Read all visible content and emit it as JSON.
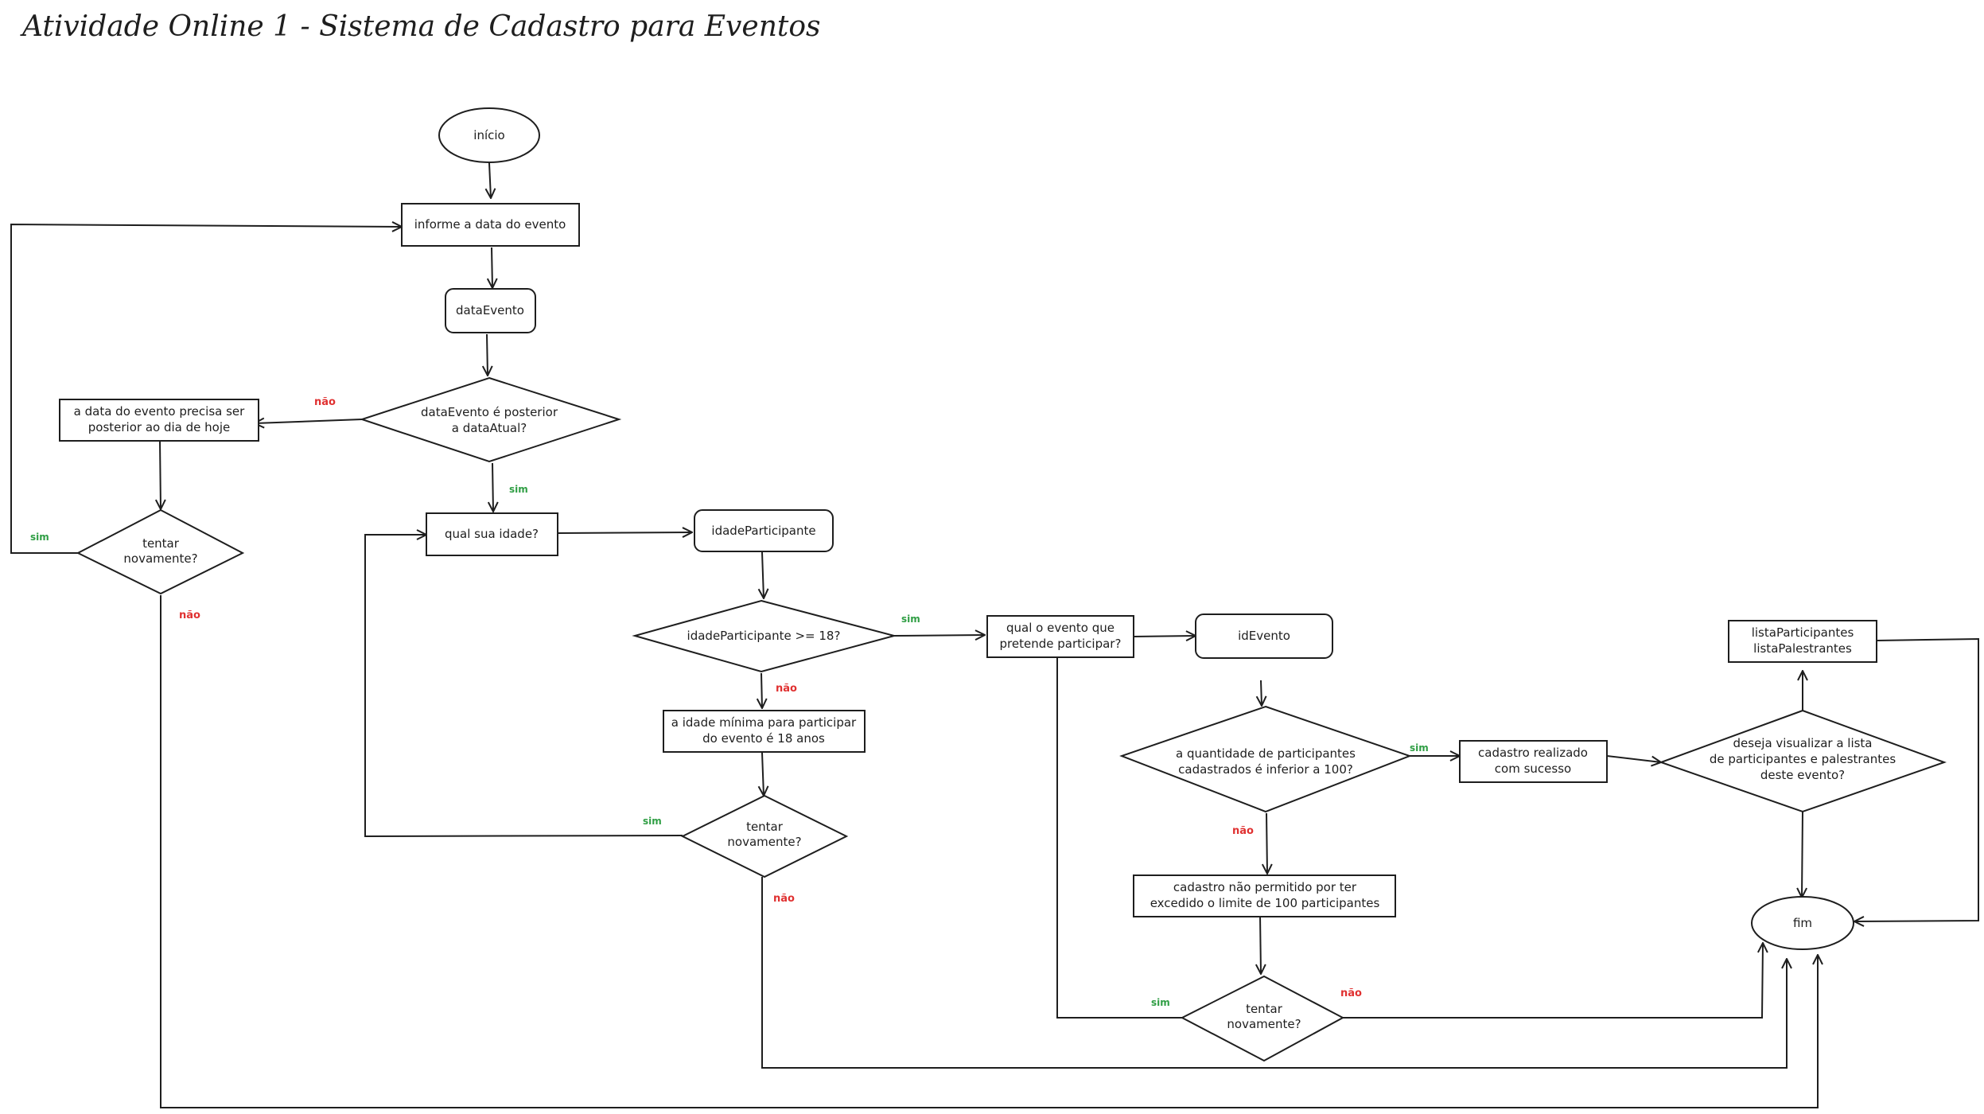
{
  "title": "Atividade Online 1 - Sistema de Cadastro para Eventos",
  "colors": {
    "stroke": "#1e1e1e",
    "sim": "#2f9e44",
    "nao": "#e03131",
    "background": "#ffffff"
  },
  "nodes": {
    "inicio": "início",
    "informe_data": "informe a data do evento",
    "data_evento": "dataEvento",
    "decisao_data": [
      "dataEvento é posterior",
      "a dataAtual?"
    ],
    "erro_data": [
      "a data do evento precisa ser",
      "posterior ao dia de hoje"
    ],
    "tentar1": [
      "tentar",
      "novamente?"
    ],
    "qual_idade": "qual sua idade?",
    "idade_participante": "idadeParticipante",
    "decisao_idade": "idadeParticipante >= 18?",
    "erro_idade": [
      "a idade mínima para participar",
      "do evento é 18 anos"
    ],
    "tentar2": [
      "tentar",
      "novamente?"
    ],
    "qual_evento": [
      "qual o evento que",
      "pretende participar?"
    ],
    "id_evento": "idEvento",
    "decisao_qtd": [
      "a quantidade de participantes",
      "cadastrados é inferior a 100?"
    ],
    "erro_qtd": [
      "cadastro não permitido por ter",
      "excedido o limite de 100 participantes"
    ],
    "tentar3": [
      "tentar",
      "novamente?"
    ],
    "sucesso": [
      "cadastro realizado",
      "com sucesso"
    ],
    "decisao_lista": [
      "deseja visualizar a lista",
      "de participantes e palestrantes",
      "deste evento?"
    ],
    "listas": [
      "listaParticipantes",
      "listaPalestrantes"
    ],
    "fim": "fim"
  },
  "labels": {
    "sim": "sim",
    "nao": "não"
  }
}
